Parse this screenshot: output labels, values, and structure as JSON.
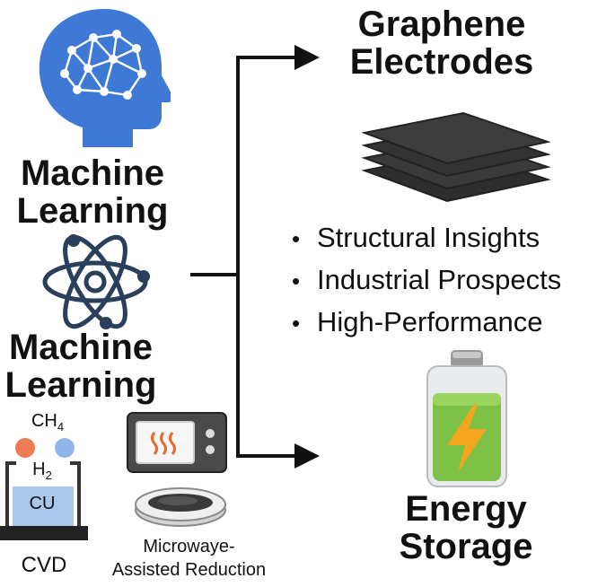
{
  "machine_learning_top": {
    "line1": "Machine",
    "line2": "Learning",
    "icon": "brain-head-icon"
  },
  "machine_learning_mid": {
    "line1": "Machine",
    "line2": "Learning",
    "icon": "atom-icon"
  },
  "graphene": {
    "line1": "Graphene",
    "line2": "Electrodes",
    "icon": "graphene-layers-icon"
  },
  "bullets": [
    "Structural Insights",
    "Industrial Prospects",
    "High-Performance"
  ],
  "energy": {
    "line1": "Energy",
    "line2": "Storage",
    "icon": "battery-lightning-icon"
  },
  "cvd": {
    "gas_top": "CH",
    "gas_top_sub": "4",
    "gas_mid": "H",
    "gas_mid_sub": "2",
    "substrate": "CU",
    "label": "CVD"
  },
  "microwave": {
    "label_line1": "Microwaye-",
    "label_line2": "Assisted Reduction",
    "icon": "microwave-icon"
  },
  "colors": {
    "head_blue": "#3f79d6",
    "atom_navy": "#2a3f5c",
    "battery_green": "#7dc246",
    "bolt_orange": "#f2a51d",
    "sphere_orange": "#ef7b54",
    "sphere_blue": "#8fb6e8",
    "flame_orange": "#e8692e"
  }
}
